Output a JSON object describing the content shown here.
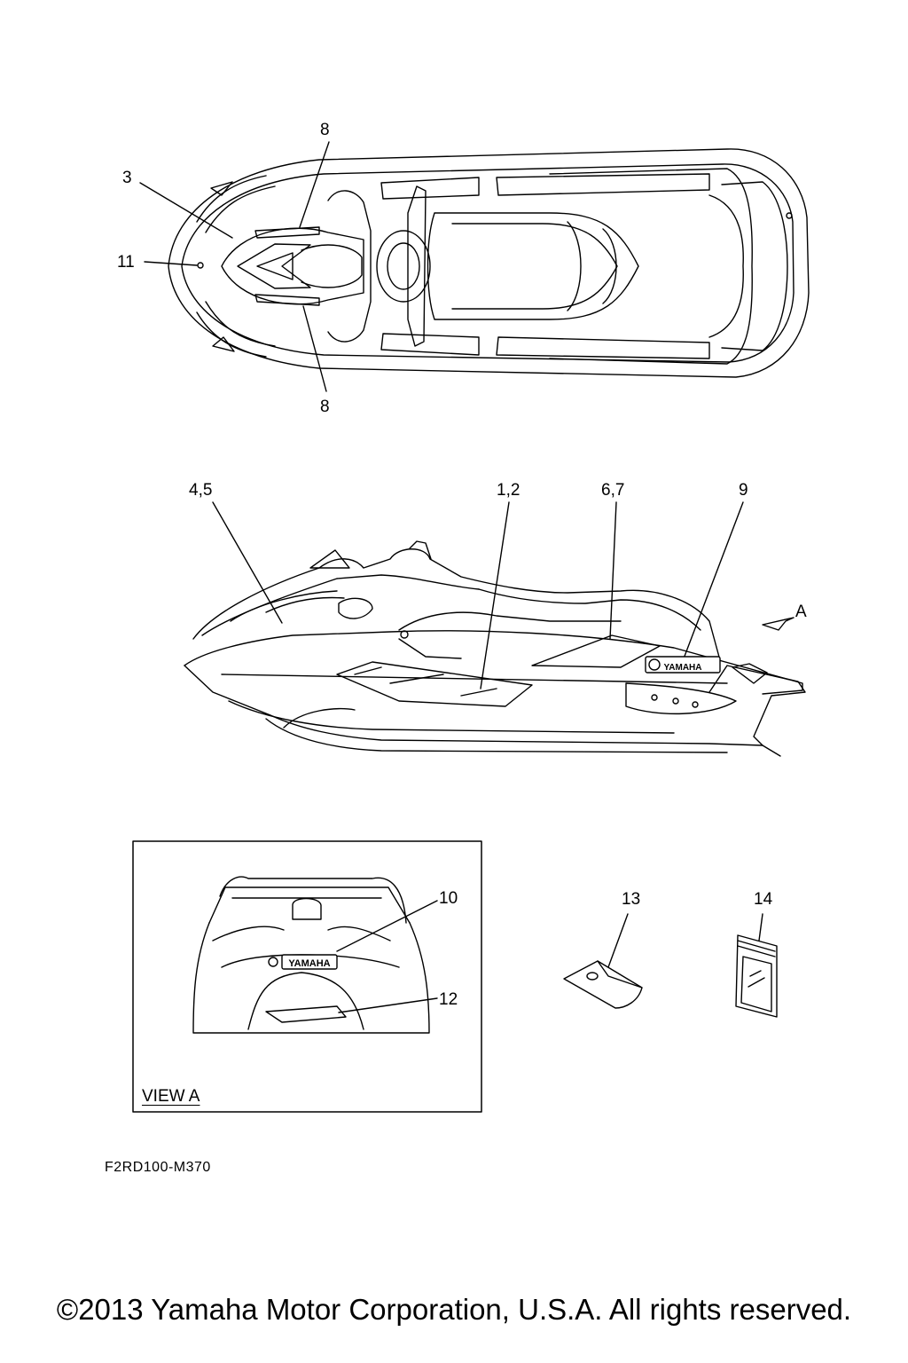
{
  "callouts": {
    "top": {
      "label_3": "3",
      "label_8_upper": "8",
      "label_11": "11",
      "label_8_lower": "8"
    },
    "side": {
      "label_4_5": "4,5",
      "label_1_2": "1,2",
      "label_6_7": "6,7",
      "label_9": "9",
      "label_view_a": "A"
    },
    "view_a": {
      "label_10": "10",
      "label_12": "12",
      "caption": "VIEW A"
    },
    "loose": {
      "label_13": "13",
      "label_14": "14"
    }
  },
  "decals": {
    "yamaha_side": "YAMAHA",
    "yamaha_rear": "YAMAHA"
  },
  "figure_code": "F2RD100-M370",
  "copyright": "©2013 Yamaha Motor Corporation, U.S.A. All rights reserved."
}
